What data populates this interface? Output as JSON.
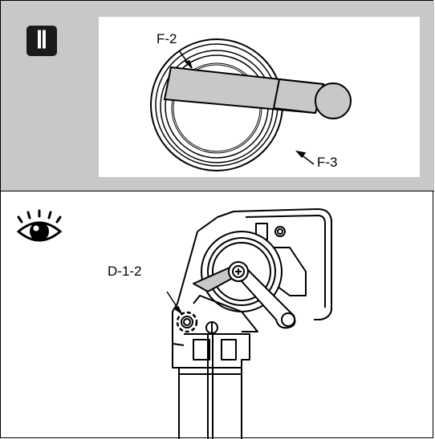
{
  "step": {
    "numeral": "Ⅱ"
  },
  "labels": {
    "f2": "F-2",
    "f3": "F-3",
    "d12": "D-1-2"
  },
  "icons": {
    "view": "eye-icon"
  },
  "colors": {
    "panel_bg": "#c8c8c8",
    "badge_bg": "#1a1a1a",
    "line": "#000000"
  }
}
